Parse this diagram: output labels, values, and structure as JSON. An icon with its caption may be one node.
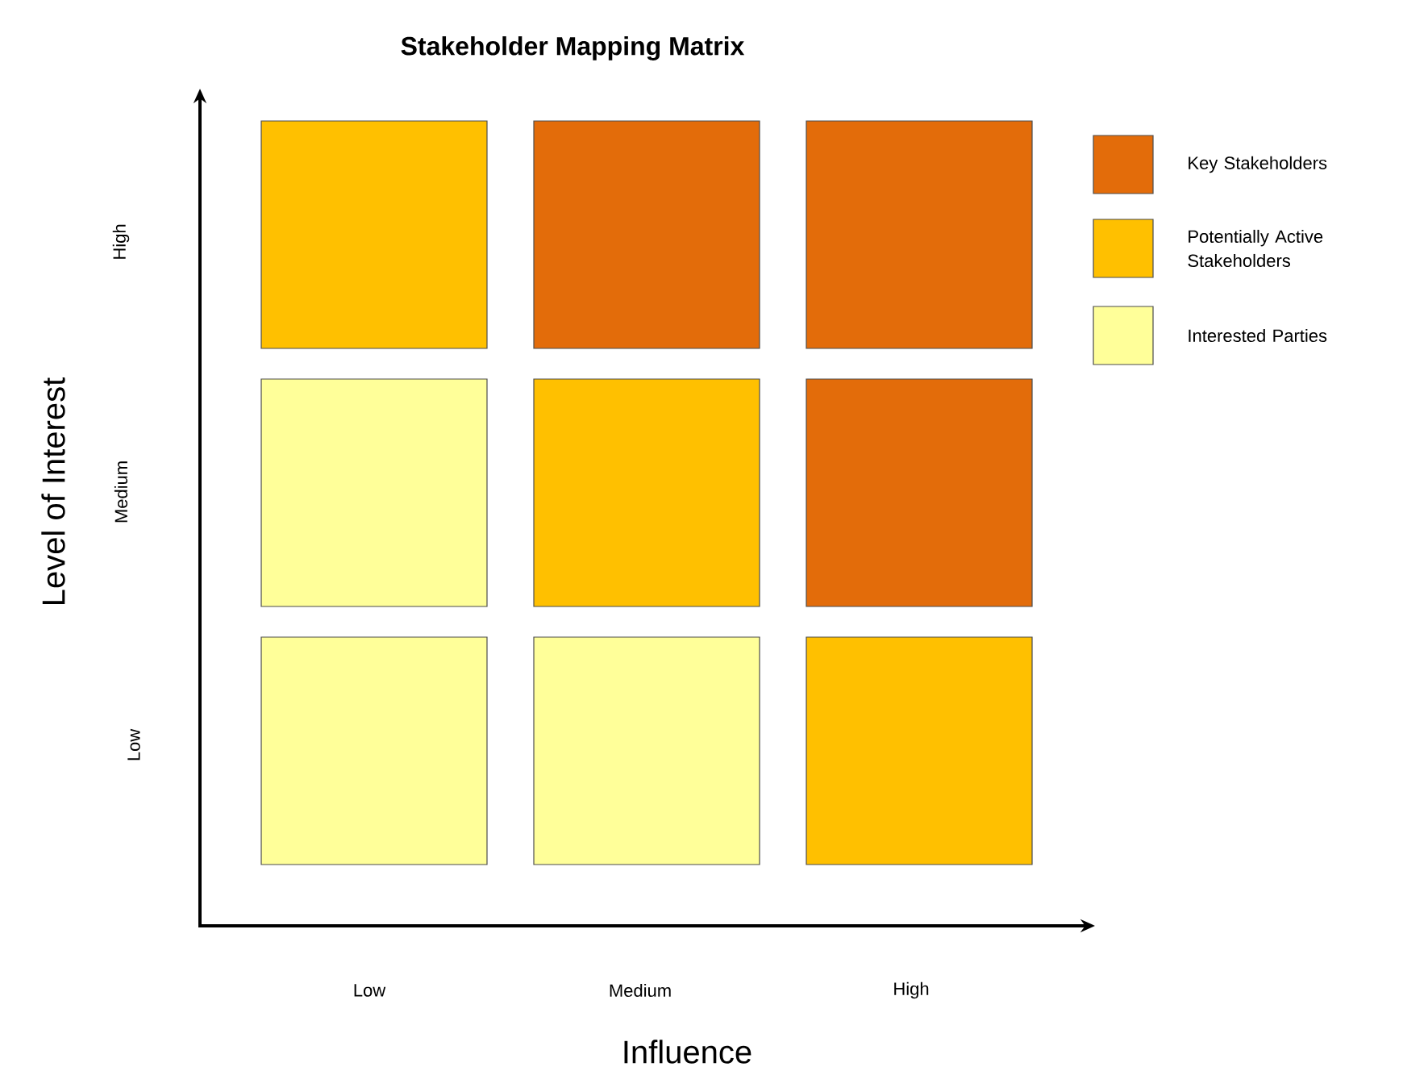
{
  "diagram": {
    "title": "Stakeholder Mapping Matrix",
    "nodes": [
      {
        "text": [],
        "shape": "box"
      },
      {
        "text": [],
        "shape": "box"
      },
      {
        "text": [],
        "shape": "box"
      },
      {
        "text": [],
        "shape": "box"
      },
      {
        "text": [],
        "shape": "box"
      },
      {
        "text": [],
        "shape": "box"
      },
      {
        "text": [],
        "shape": "box"
      },
      {
        "text": [],
        "shape": "box"
      },
      {
        "text": [],
        "shape": "box"
      }
    ],
    "labels": [
      "High",
      "Medium",
      "Low",
      "Level of Interest",
      "Low",
      "Medium",
      "High",
      "Influence"
    ],
    "legend": [
      {
        "text": "Key Stakeholders",
        "color": "#e36c0a"
      },
      {
        "text": "Potentially Active Stakeholders",
        "color": "#ffc000"
      },
      {
        "text": "Interested Parties",
        "color": "#ffff99"
      }
    ]
  }
}
